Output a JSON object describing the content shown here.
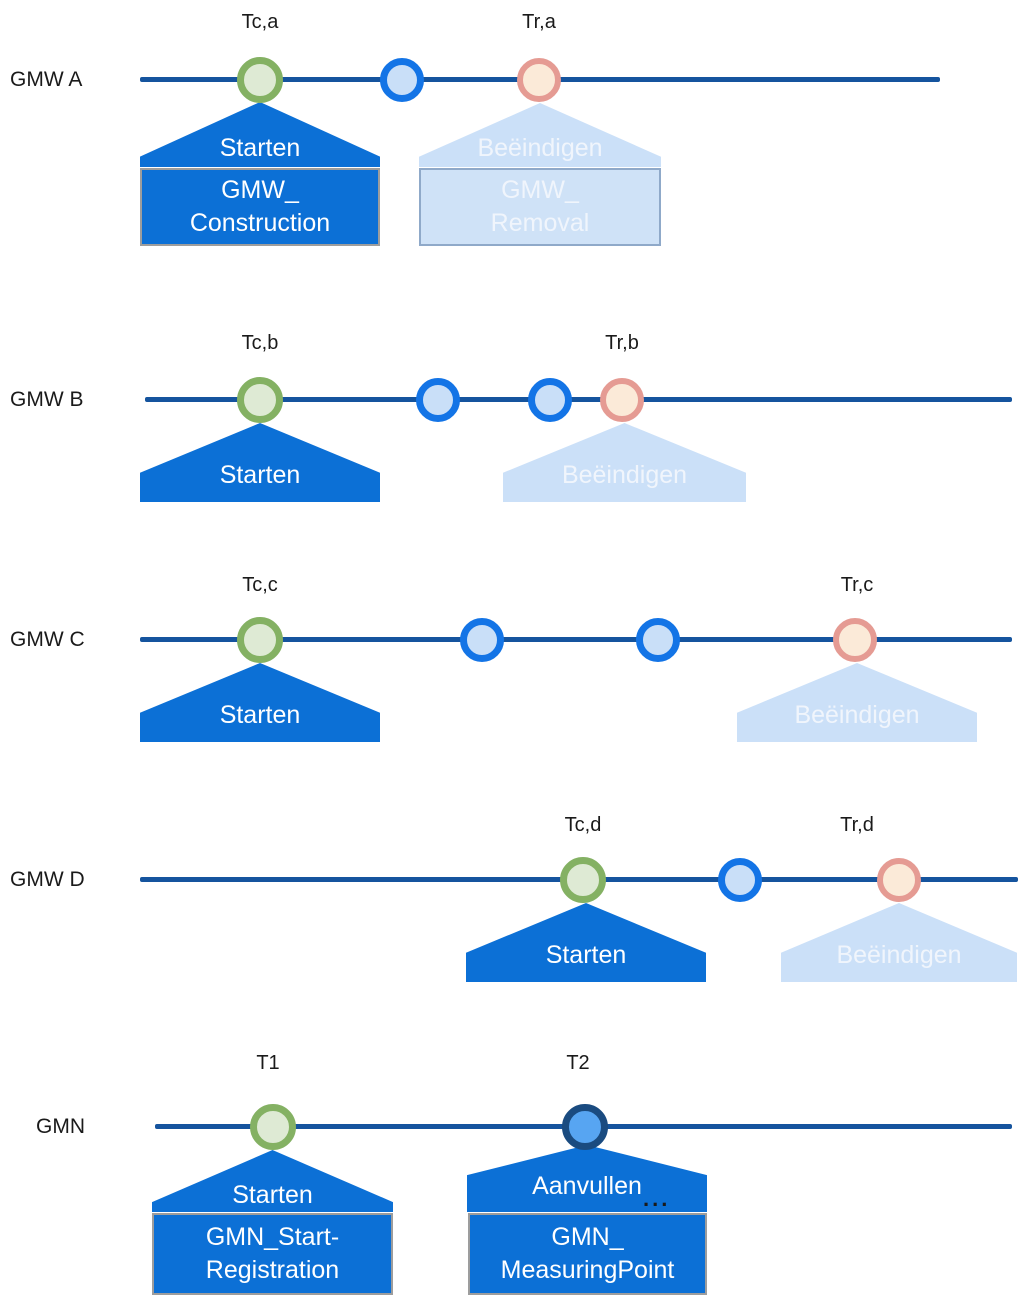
{
  "diagram": {
    "rows": [
      {
        "label": "GMW A",
        "start_label": "Tc,a",
        "end_label": "Tr,a",
        "start_action": "Starten",
        "end_action": "Beëindigen",
        "start_doc_line1": "GMW_",
        "start_doc_line2": "Construction",
        "end_doc_line1": "GMW_",
        "end_doc_line2": "Removal",
        "markers": [
          "green",
          "blue",
          "pink"
        ]
      },
      {
        "label": "GMW B",
        "start_label": "Tc,b",
        "end_label": "Tr,b",
        "start_action": "Starten",
        "end_action": "Beëindigen",
        "markers": [
          "green",
          "blue",
          "blue",
          "pink"
        ]
      },
      {
        "label": "GMW C",
        "start_label": "Tc,c",
        "end_label": "Tr,c",
        "start_action": "Starten",
        "end_action": "Beëindigen",
        "markers": [
          "green",
          "blue",
          "blue",
          "pink"
        ]
      },
      {
        "label": "GMW D",
        "start_label": "Tc,d",
        "end_label": "Tr,d",
        "start_action": "Starten",
        "end_action": "Beëindigen",
        "markers": [
          "green",
          "blue",
          "pink"
        ]
      },
      {
        "label": "GMN",
        "start_label": "T1",
        "end_label": "T2",
        "start_action": "Starten",
        "end_action": "Aanvullen",
        "end_action_dots": "...",
        "start_doc_line1": "GMN_Start-",
        "start_doc_line2": "Registration",
        "end_doc_line1": "GMN_",
        "end_doc_line2": "MeasuringPoint",
        "markers": [
          "green",
          "darkblue"
        ]
      }
    ],
    "colors": {
      "timeline": "#15549E",
      "solid_blue": "#0C70D6",
      "faded_blue": "#CBE0F8",
      "faded_blue_border": "#8FA9C9",
      "doc_border_gray": "#9D9D9D",
      "marker_green_border": "#84B163",
      "marker_green_fill": "#DEEAD4",
      "marker_blue_border": "#1374E6",
      "marker_blue_fill": "#C9DFF8",
      "marker_pink_border": "#E59B93",
      "marker_pink_fill": "#FBEAD8",
      "marker_darkblue_border": "#1A4B80",
      "marker_darkblue_fill": "#57A5F2"
    }
  }
}
